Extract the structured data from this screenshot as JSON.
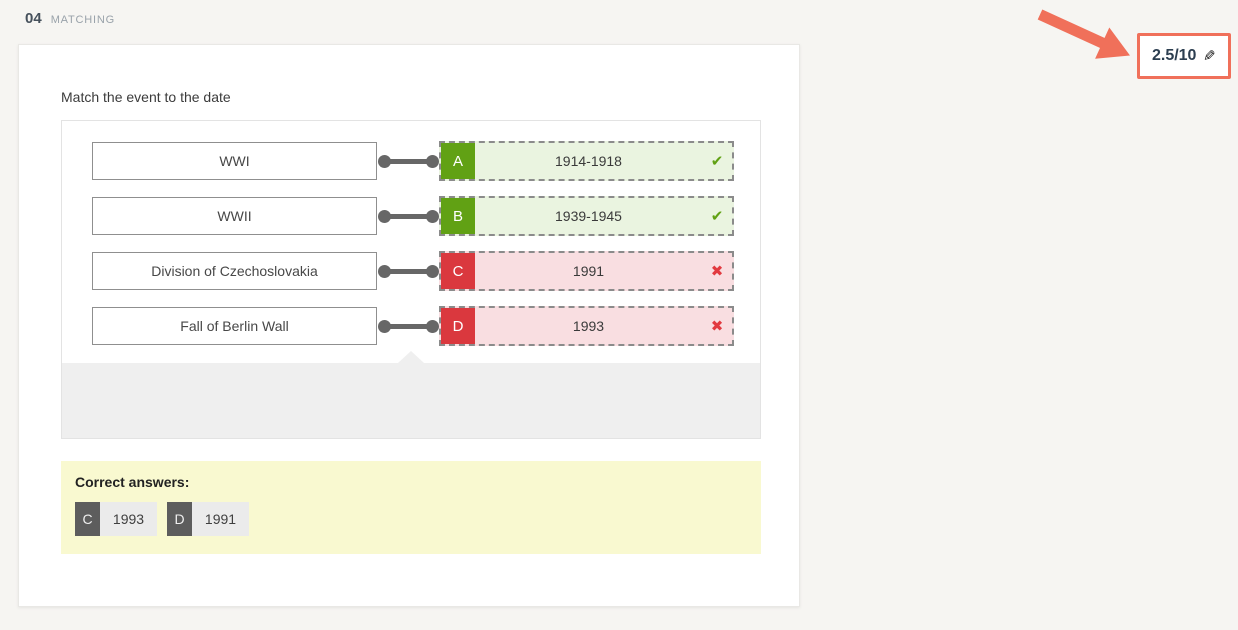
{
  "header": {
    "number": "04",
    "type_label": "MATCHING"
  },
  "score": {
    "value": "2.5/10",
    "edit_icon": "✎"
  },
  "question": {
    "prompt": "Match the event to the date"
  },
  "matching": {
    "rows": [
      {
        "event": "WWI",
        "letter": "A",
        "answer": "1914-1918",
        "correct": true
      },
      {
        "event": "WWII",
        "letter": "B",
        "answer": "1939-1945",
        "correct": true
      },
      {
        "event": "Division of Czechoslovakia",
        "letter": "C",
        "answer": "1991",
        "correct": false
      },
      {
        "event": "Fall of Berlin Wall",
        "letter": "D",
        "answer": "1993",
        "correct": false
      }
    ],
    "correct_icon": "✔",
    "incorrect_icon": "✖"
  },
  "correct_answers": {
    "label": "Correct answers:",
    "items": [
      {
        "letter": "C",
        "answer": "1993"
      },
      {
        "letter": "D",
        "answer": "1991"
      }
    ]
  },
  "colors": {
    "accent": "#f0705a",
    "correct": "#61a114",
    "correct_bg": "#eaf4e0",
    "incorrect": "#da383e",
    "incorrect_bg": "#f9dee1",
    "cross": "#e23a40",
    "score_text": "#2c3e50",
    "pool_bg": "#efefef",
    "correct_panel_bg": "#f9f9d0"
  }
}
